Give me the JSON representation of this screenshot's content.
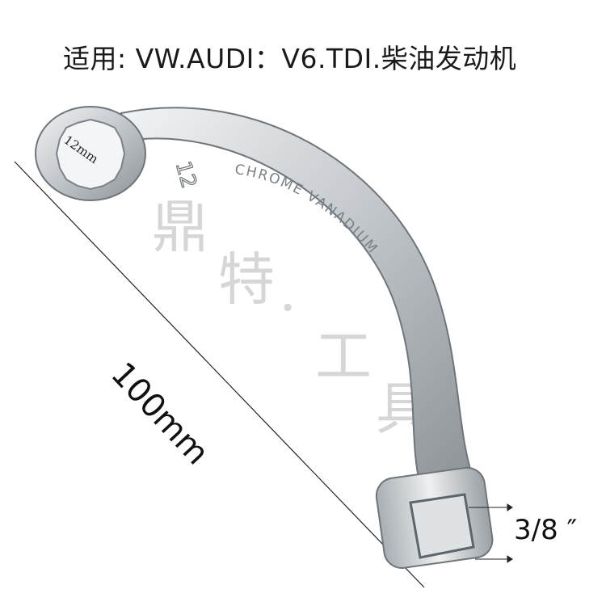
{
  "title": "适用: VW.AUDI：V6.TDI.柴油发动机",
  "dimensions": {
    "length": "100mm",
    "ring_size": "12mm",
    "drive_size": "3/8 ″"
  },
  "engravings": {
    "ring_number": "12",
    "brand_text": "CHROME VANADIUM"
  },
  "watermark": [
    "鼎",
    "特",
    "·",
    "工",
    "具"
  ],
  "colors": {
    "background": "#ffffff",
    "steel_light": "#e6e8ea",
    "steel_mid": "#b7bcc0",
    "steel_dark": "#7e8489",
    "watermark": "#c9c9c9"
  }
}
